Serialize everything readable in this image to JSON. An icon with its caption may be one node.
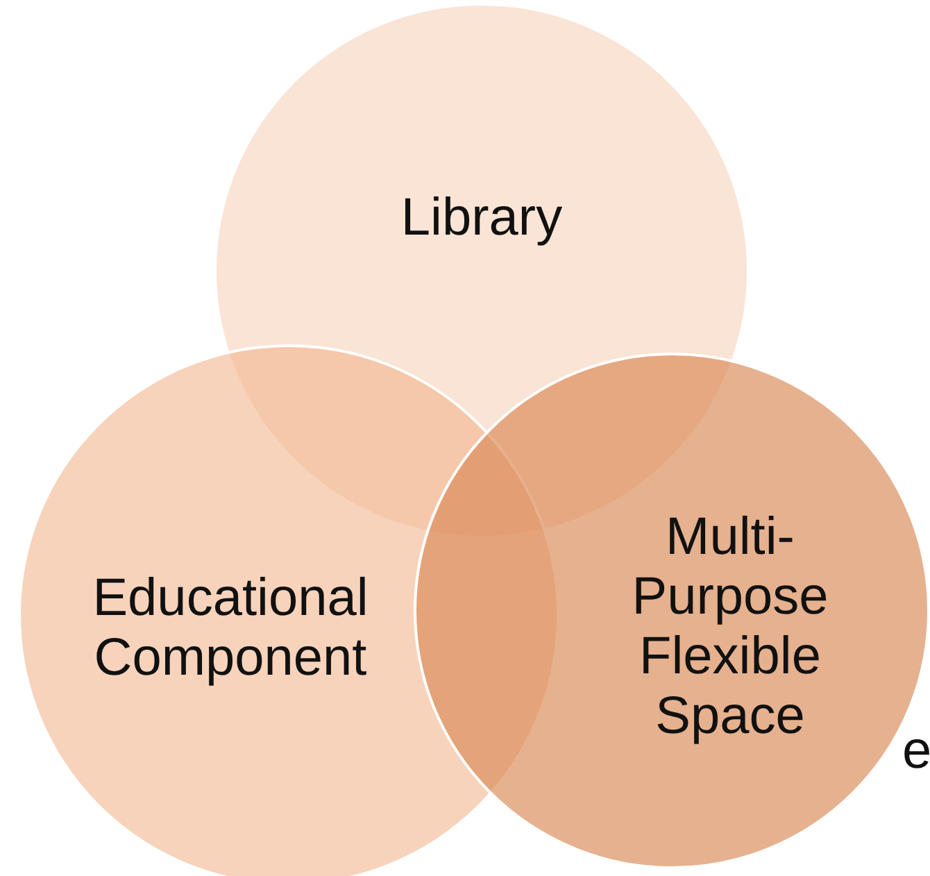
{
  "diagram": {
    "nodes": [
      {
        "text": [
          "Library"
        ]
      },
      {
        "text": [
          "Educational Component"
        ]
      },
      {
        "text": [
          "Multi- Purpose Flexible Space"
        ]
      }
    ],
    "labels": [
      "e"
    ]
  }
}
